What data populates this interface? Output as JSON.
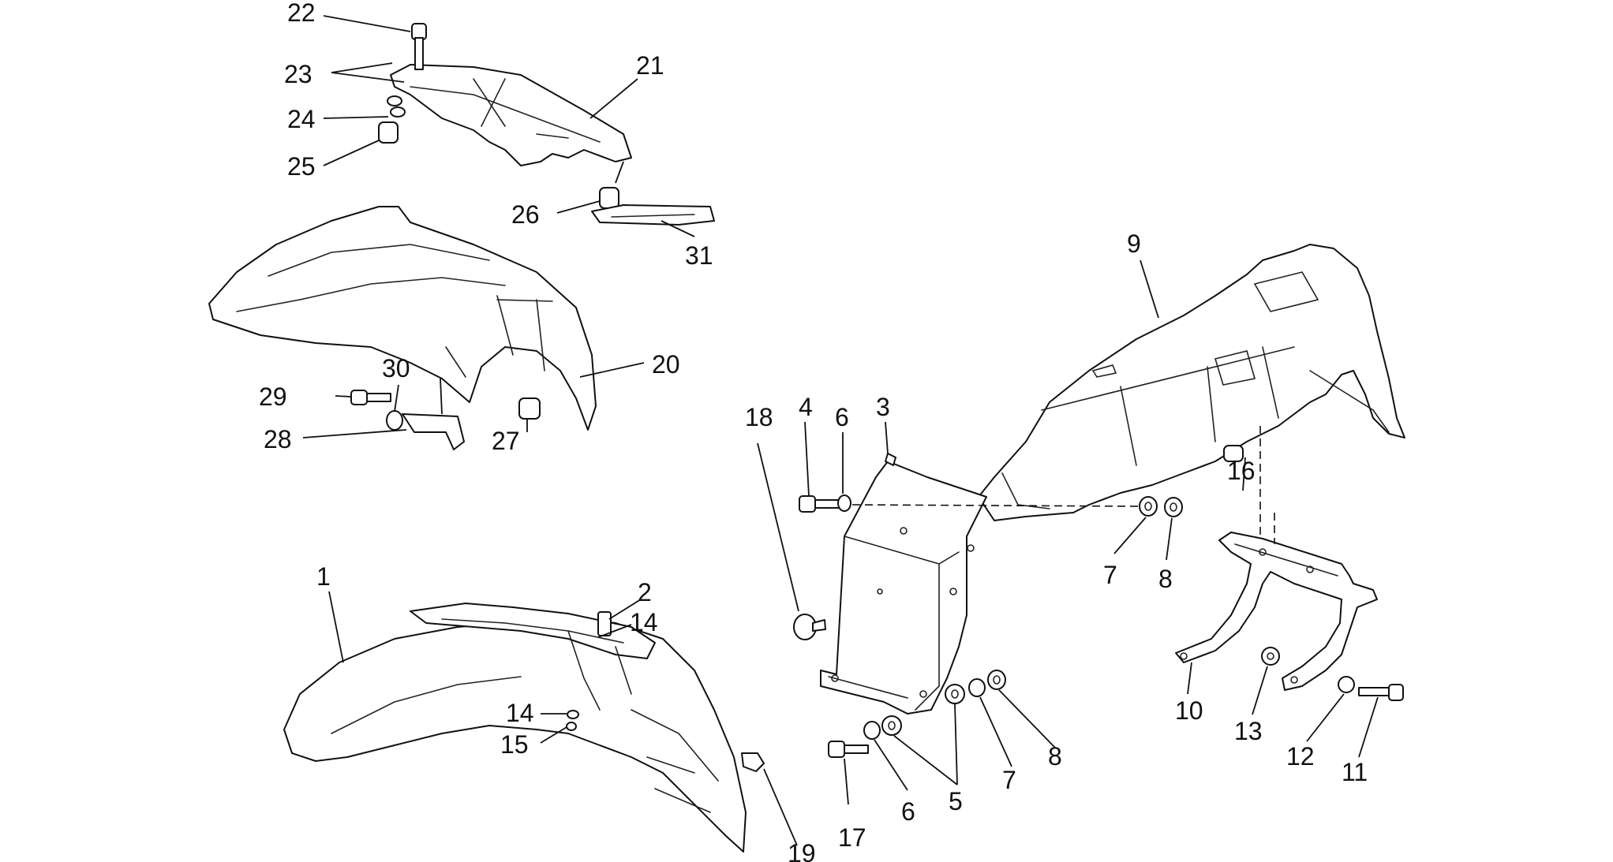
{
  "callouts": {
    "c1": "1",
    "c2": "2",
    "c3": "3",
    "c4": "4",
    "c5": "5",
    "c6a": "6",
    "c6b": "6",
    "c7a": "7",
    "c7b": "7",
    "c8a": "8",
    "c8b": "8",
    "c9": "9",
    "c10": "10",
    "c11": "11",
    "c12": "12",
    "c13": "13",
    "c14a": "14",
    "c14b": "14",
    "c15": "15",
    "c16": "16",
    "c17": "17",
    "c18": "18",
    "c19": "19",
    "c20": "20",
    "c21": "21",
    "c22": "22",
    "c23": "23",
    "c24": "24",
    "c25": "25",
    "c26": "26",
    "c27": "27",
    "c28": "28",
    "c29": "29",
    "c30": "30",
    "c31": "31"
  },
  "colors": {
    "line": "#111111",
    "background": "#ffffff"
  }
}
